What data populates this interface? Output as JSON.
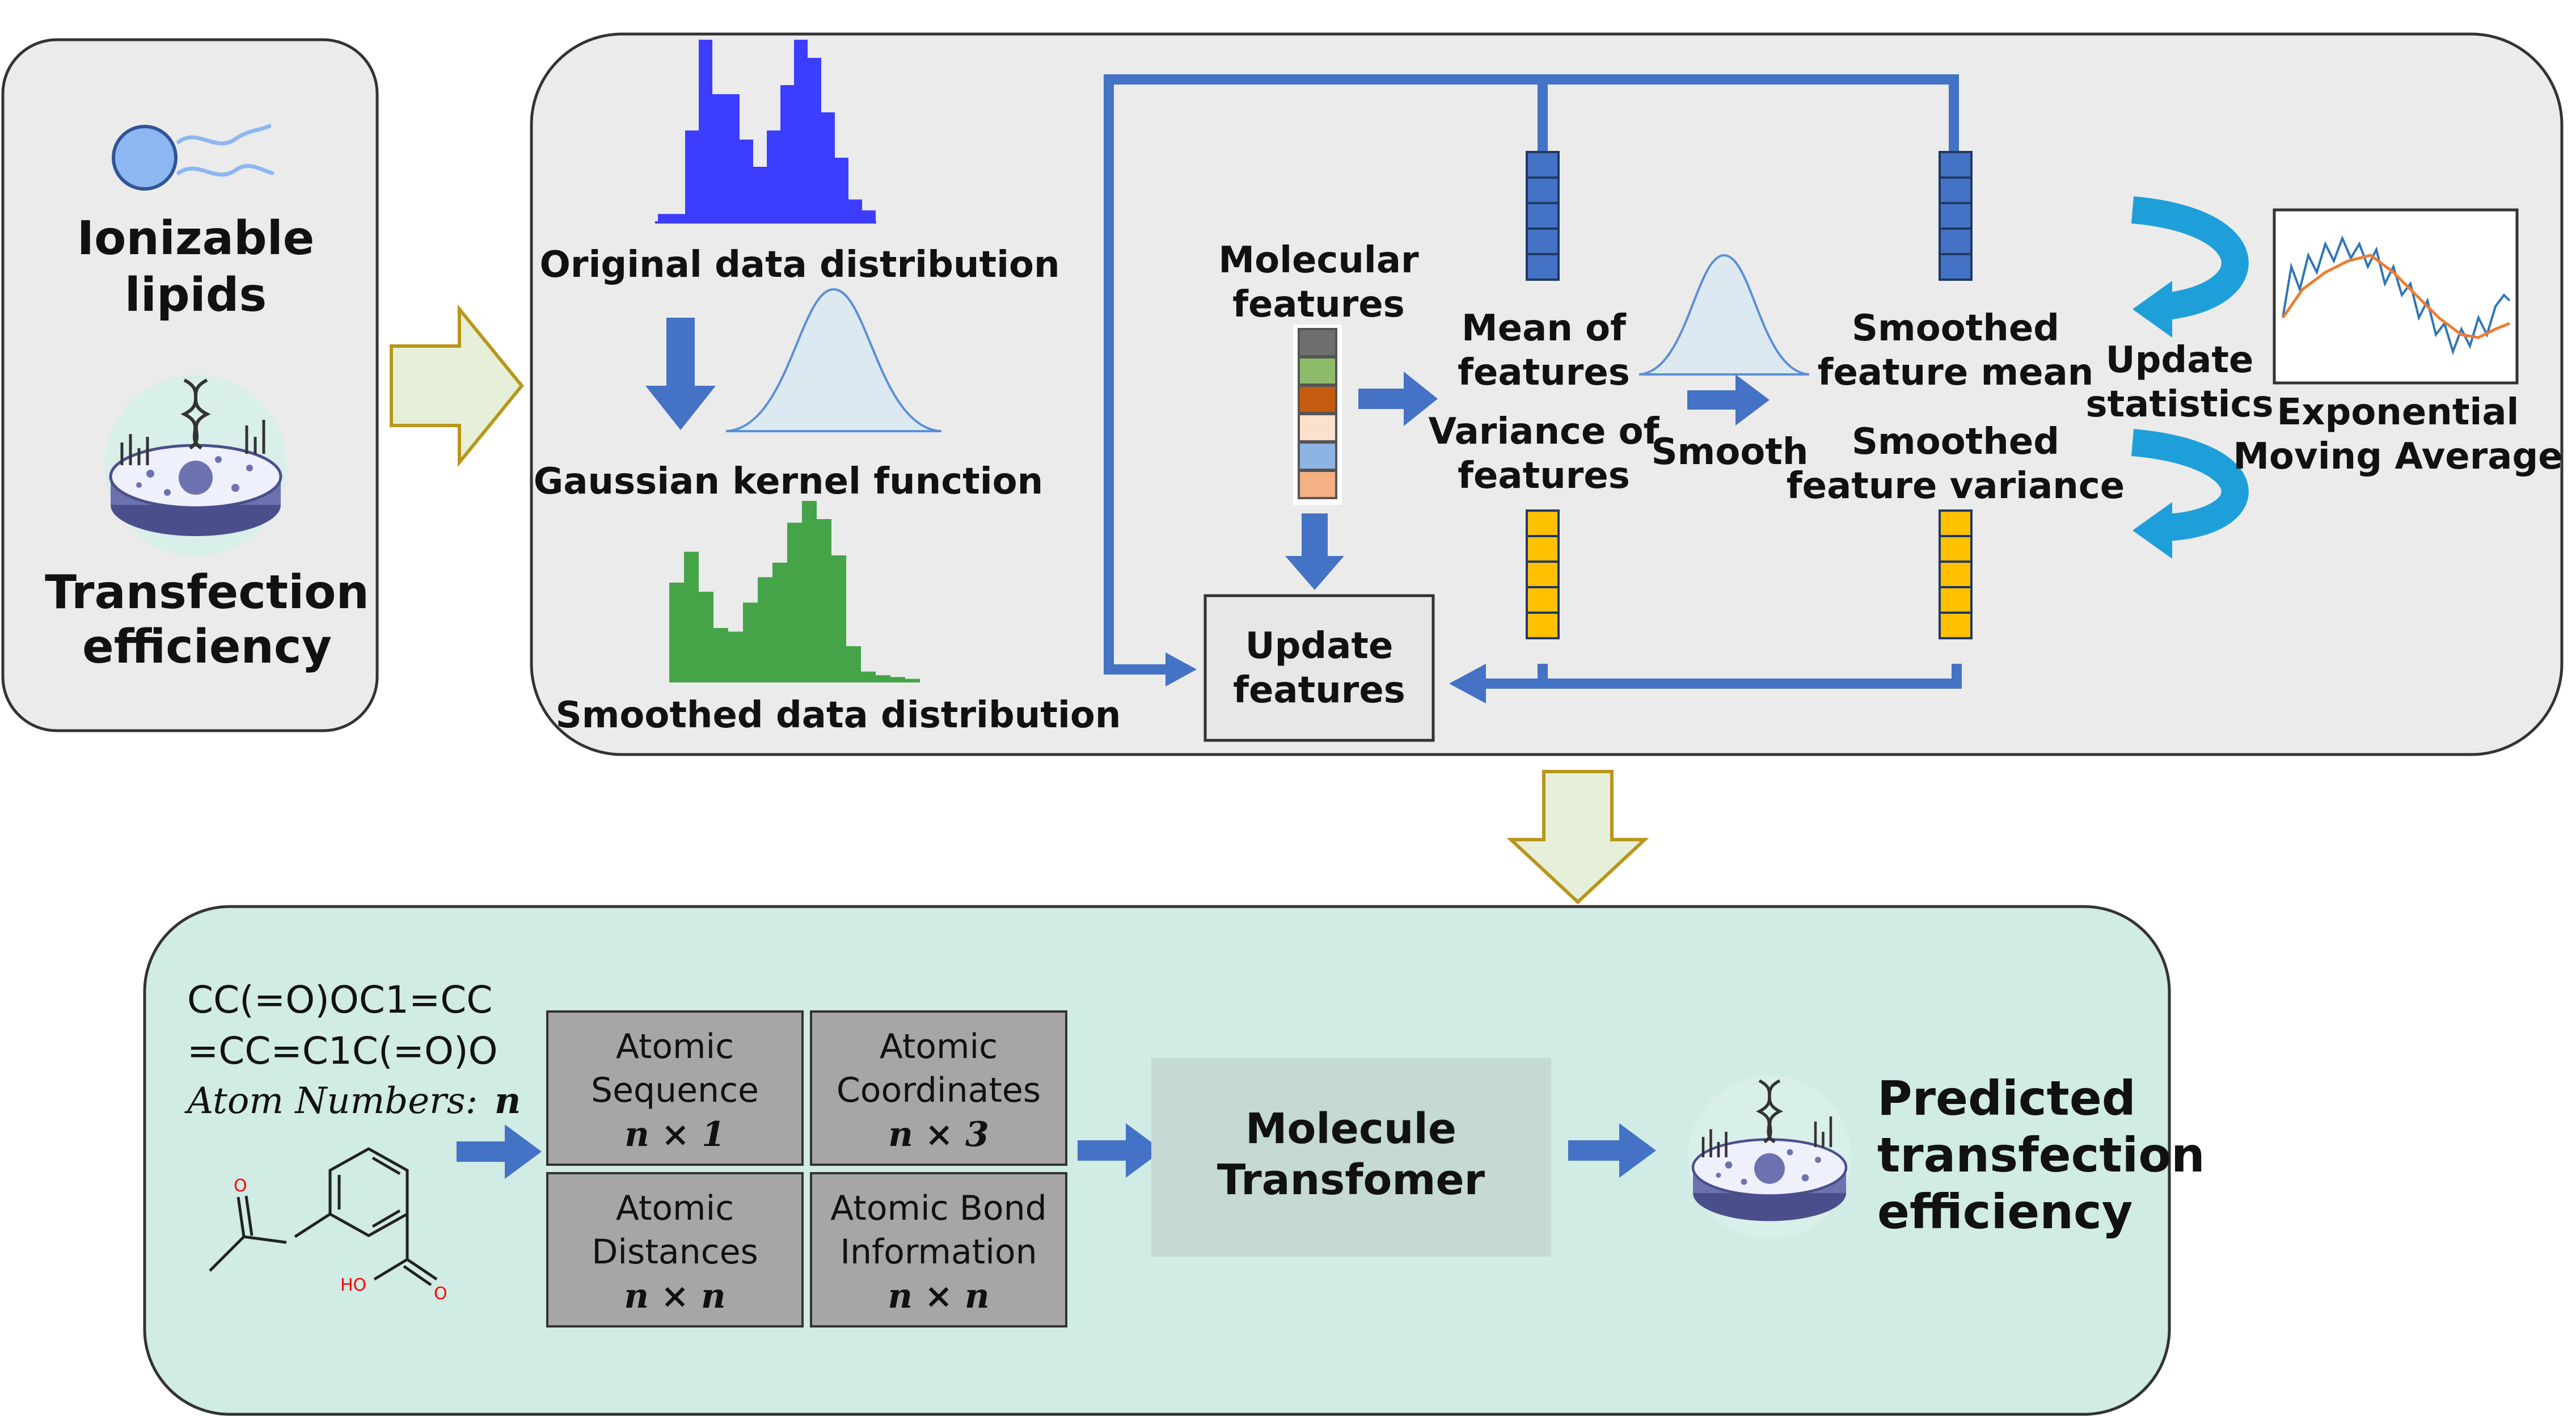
{
  "input_panel": {
    "label_top": [
      "Ionizable",
      "lipids"
    ],
    "label_bottom": [
      "Transfection",
      "efficiency"
    ]
  },
  "smoothing_panel": {
    "original_distribution": "Original data distribution",
    "kernel": "Gaussian kernel function",
    "smoothed_distribution": "Smoothed data distribution",
    "molecular_features": [
      "Molecular",
      "features"
    ],
    "mean_of_features": [
      "Mean of",
      "features"
    ],
    "variance_of_features": [
      "Variance of",
      "features"
    ],
    "smooth": "Smooth",
    "smoothed_mean": [
      "Smoothed",
      "feature mean"
    ],
    "smoothed_variance": [
      "Smoothed",
      "feature variance"
    ],
    "update_statistics": [
      "Update",
      "statistics"
    ],
    "ema": [
      "Exponential",
      "Moving Average"
    ],
    "update_features": [
      "Update",
      "features"
    ],
    "feature_colors": [
      "#6e6e6e",
      "#8fbc6a",
      "#c55a11",
      "#fbe0cb",
      "#8eb4e3",
      "#f4b183"
    ],
    "histogram_original": [
      0.04,
      0.04,
      0.5,
      1.0,
      0.7,
      0.7,
      0.45,
      0.3,
      0.5,
      0.75,
      1.0,
      0.9,
      0.6,
      0.35,
      0.12,
      0.06
    ],
    "histogram_smoothed": [
      0.55,
      0.72,
      0.5,
      0.3,
      0.28,
      0.44,
      0.58,
      0.66,
      0.88,
      1.0,
      0.9,
      0.7,
      0.2,
      0.06,
      0.04,
      0.03,
      0.02
    ]
  },
  "model_panel": {
    "smiles": [
      "CC(=O)OC1=CC",
      "=CC=C1C(=O)O"
    ],
    "atom_numbers_label": "Atom Numbers:",
    "atom_numbers_var": "n",
    "inputs": [
      {
        "lines": [
          "Atomic",
          "Sequence"
        ],
        "dim": "n × 1"
      },
      {
        "lines": [
          "Atomic",
          "Coordinates"
        ],
        "dim": "n × 3"
      },
      {
        "lines": [
          "Atomic",
          "Distances"
        ],
        "dim": "n × n"
      },
      {
        "lines": [
          "Atomic Bond",
          "Information"
        ],
        "dim": "n × n"
      }
    ],
    "model": [
      "Molecule",
      "Transfomer"
    ],
    "output": [
      "Predicted",
      "transfection",
      "efficiency"
    ],
    "molecule_atoms": [
      "O",
      "HO",
      "O"
    ]
  },
  "colors": {
    "panel_gray": "#ebebeb",
    "panel_teal": "#d1ebe5",
    "arrow_blue": "#4472c4",
    "flow_blue": "#4472c4",
    "mean_cell": "#4472c4",
    "var_cell": "#ffc000",
    "hist_blue": "#3d3dff",
    "hist_green": "#44a447",
    "gauss_fill": "#dce9f0",
    "gauss_stroke": "#5b8fd6",
    "box_gray": "#a6a6a6",
    "model_box": "#c5d9d5",
    "hollow_arrow_fill": "#e6f0d8",
    "hollow_arrow_stroke": "#b8961b",
    "ema_blue": "#2e75b6",
    "ema_orange": "#ed7d31",
    "swoosh": "#1f9fd9"
  }
}
